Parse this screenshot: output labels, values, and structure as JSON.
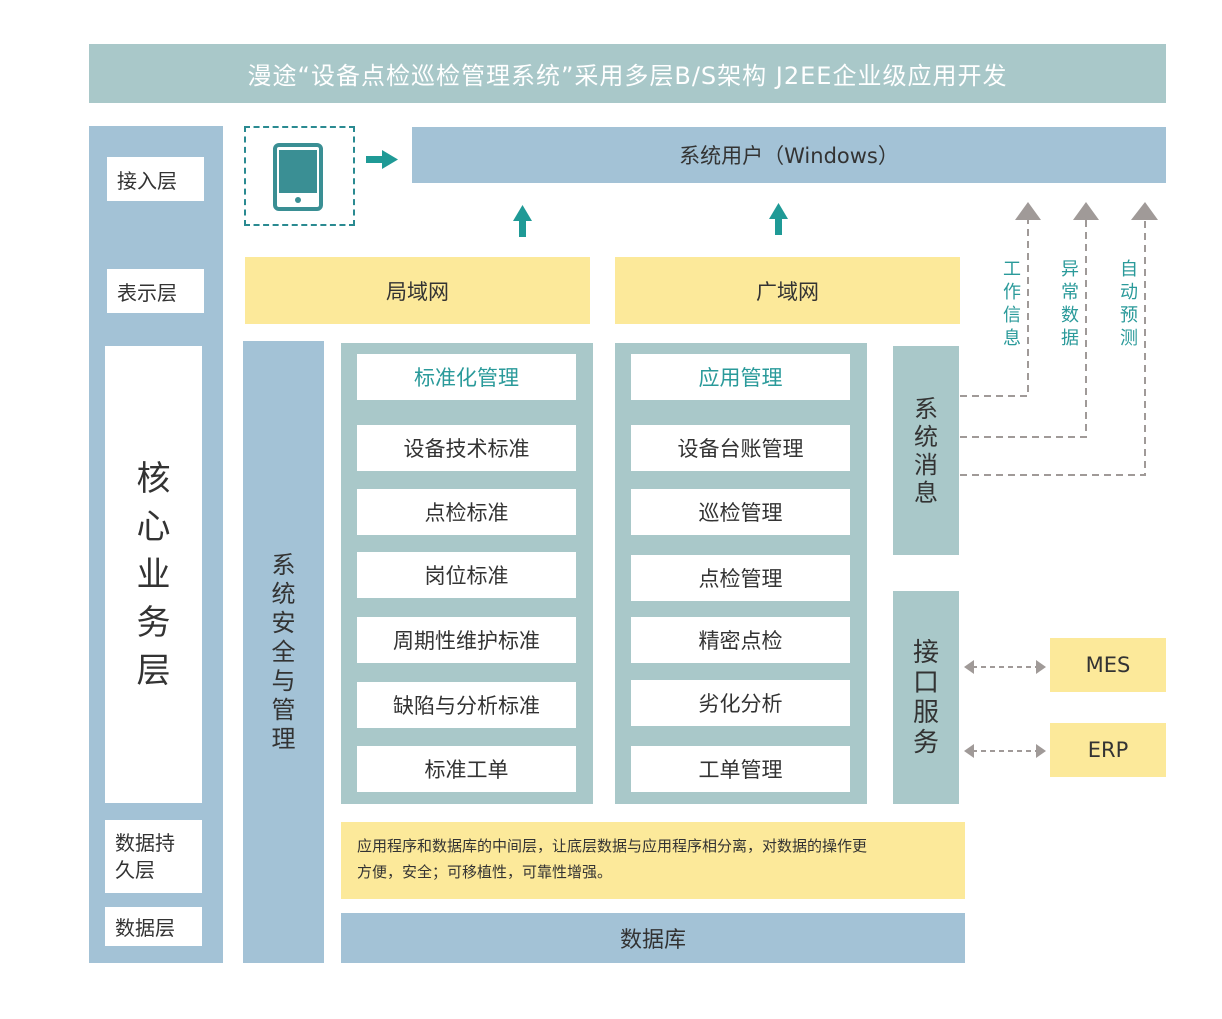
{
  "banner": {
    "title": "漫途“设备点检巡检管理系统”采用多层B/S架构 J2EE企业级应用开发"
  },
  "layers": {
    "access": "接入层",
    "presentation": "表示层",
    "core_chars": [
      "核",
      "心",
      "业",
      "务",
      "层"
    ],
    "persistence_line1": "数据持",
    "persistence_line2": "久层",
    "data": "数据层"
  },
  "access": {
    "device_icon": "tablet-icon",
    "user_bar": "系统用户（Windows）"
  },
  "networks": {
    "lan": "局域网",
    "wan": "广域网"
  },
  "security": {
    "chars": [
      "系",
      "统",
      "安",
      "全",
      "与",
      "管",
      "理"
    ]
  },
  "standardization": {
    "header": "标准化管理",
    "items": [
      "设备技术标准",
      "点检标准",
      "岗位标准",
      "周期性维护标准",
      "缺陷与分析标准",
      "标准工单"
    ]
  },
  "application": {
    "header": "应用管理",
    "items": [
      "设备台账管理",
      "巡检管理",
      "点检管理",
      "精密点检",
      "劣化分析",
      "工单管理"
    ]
  },
  "system_message": {
    "chars": [
      "系",
      "统",
      "消",
      "息"
    ]
  },
  "interface_service": {
    "chars": [
      "接",
      "口",
      "服",
      "务"
    ]
  },
  "outputs": [
    {
      "chars": [
        "工",
        "作",
        "信",
        "息"
      ]
    },
    {
      "chars": [
        "异",
        "常",
        "数",
        "据"
      ]
    },
    {
      "chars": [
        "自",
        "动",
        "预",
        "测"
      ]
    }
  ],
  "external_systems": [
    "MES",
    "ERP"
  ],
  "middleware_note": {
    "line1": "应用程序和数据库的中间层，让底层数据与应用程序相分离，对数据的操作更",
    "line2": "方便，安全；可移植性，可靠性增强。"
  },
  "database": "数据库",
  "colors": {
    "teal_accent": "#2a9a9a",
    "blue_block": "#a3c2d6",
    "green_block": "#a9c8c9",
    "yellow_block": "#fce99a",
    "gray_arrow": "#a09a98"
  }
}
